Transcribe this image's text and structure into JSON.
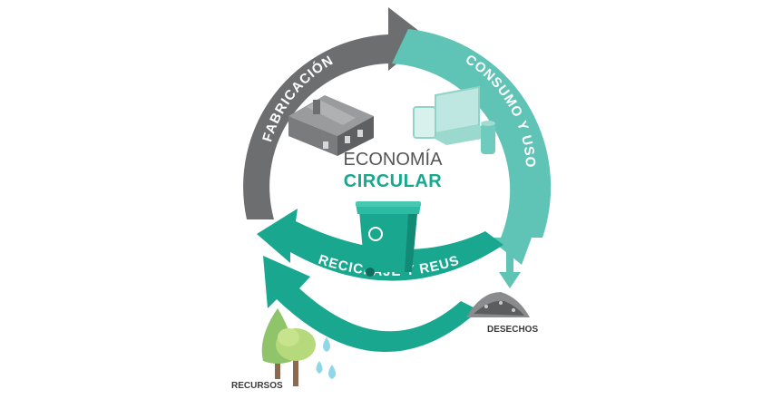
{
  "title": {
    "line1": "ECONOMÍA",
    "line2": "CIRCULAR"
  },
  "stages": {
    "fabricacion": "FABRICACIÓN",
    "consumo": "CONSUMO Y USO",
    "reciclaje": "RECICLAJE Y REUSO"
  },
  "labels": {
    "desechos": "DESECHOS",
    "recursos": "RECURSOS"
  },
  "icons": [
    "factory-icon",
    "devices-icon",
    "recycle-bin-icon",
    "waste-pile-icon",
    "trees-icon",
    "water-drops-icon"
  ],
  "colors": {
    "gray_arc": "#6d6e70",
    "teal_light": "#5fc4b6",
    "teal": "#1aa78f",
    "title_accent": "#1aa78f",
    "title_gray": "#555555"
  }
}
